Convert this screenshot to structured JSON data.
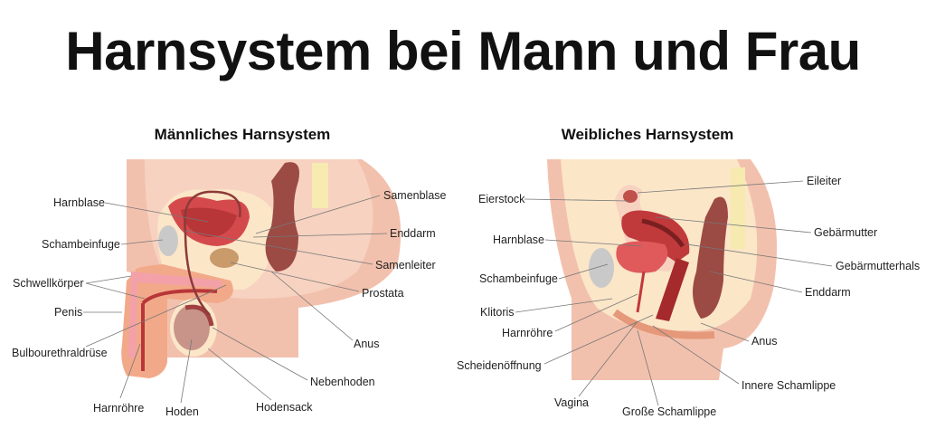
{
  "title": "Harnsystem bei Mann und Frau",
  "male": {
    "heading": "Männliches Harnsystem",
    "labels": [
      "Harnblase",
      "Schambeinfuge",
      "Schwellkörper",
      "Penis",
      "Bulbourethraldrüse",
      "Harnröhre",
      "Hoden",
      "Hodensack",
      "Nebenhoden",
      "Anus",
      "Prostata",
      "Samenleiter",
      "Enddarm",
      "Samenblase"
    ]
  },
  "female": {
    "heading": "Weibliches Harnsystem",
    "labels": [
      "Eierstock",
      "Eileiter",
      "Gebärmutter",
      "Harnblase",
      "Gebärmutterhals",
      "Schambeinfuge",
      "Enddarm",
      "Klitoris",
      "Harnröhre",
      "Anus",
      "Scheidenöffnung",
      "Innere Schamlippe",
      "Vagina",
      "Große Schamlippe"
    ]
  },
  "colors": {
    "skin": "#f2c1ad",
    "inner": "#fbe6c8",
    "bladder": "#e05a5c",
    "rectum": "#9c4a44",
    "bone": "#c9c9c9",
    "line": "#777777"
  }
}
